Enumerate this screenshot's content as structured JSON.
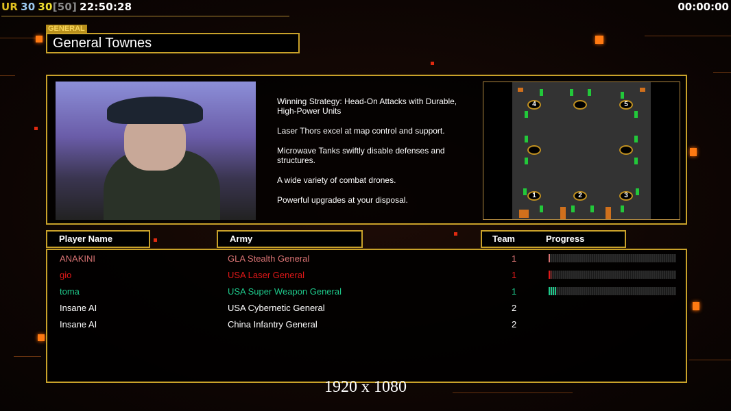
{
  "status": {
    "ur": "UR",
    "v1": "30",
    "v2": "30",
    "cap": "[50]",
    "time": "22:50:28",
    "timer": "00:00:00"
  },
  "general": {
    "tag": "GENERAL",
    "name": "General Townes"
  },
  "strategy": [
    "Winning Strategy: Head-On Attacks with Durable,\n High-Power Units",
    "Laser Thors excel at map control and support.",
    "Microwave Tanks swiftly disable defenses and\n structures.",
    "A wide variety of combat drones.",
    "Powerful upgrades at your disposal."
  ],
  "map": {
    "slots": [
      "4",
      "",
      "5",
      "",
      "",
      "1",
      "2",
      "3"
    ]
  },
  "headers": {
    "player": "Player Name",
    "army": "Army",
    "team": "Team",
    "progress": "Progress"
  },
  "players": [
    {
      "name": "ANAKINI",
      "army": "GLA Stealth General",
      "team": "1",
      "color": "#d87272",
      "progress": 0.01
    },
    {
      "name": "gio",
      "army": "USA Laser General",
      "team": "1",
      "color": "#e01818",
      "progress": 0.02
    },
    {
      "name": "toma",
      "army": "USA Super Weapon General",
      "team": "1",
      "color": "#1ec88a",
      "progress": 0.06
    },
    {
      "name": "Insane AI",
      "army": "USA Cybernetic General",
      "team": "2",
      "color": "#ffffff",
      "progress": null
    },
    {
      "name": "Insane AI",
      "army": "China Infantry General",
      "team": "2",
      "color": "#ffffff",
      "progress": null
    }
  ],
  "resolution": "1920 x 1080"
}
